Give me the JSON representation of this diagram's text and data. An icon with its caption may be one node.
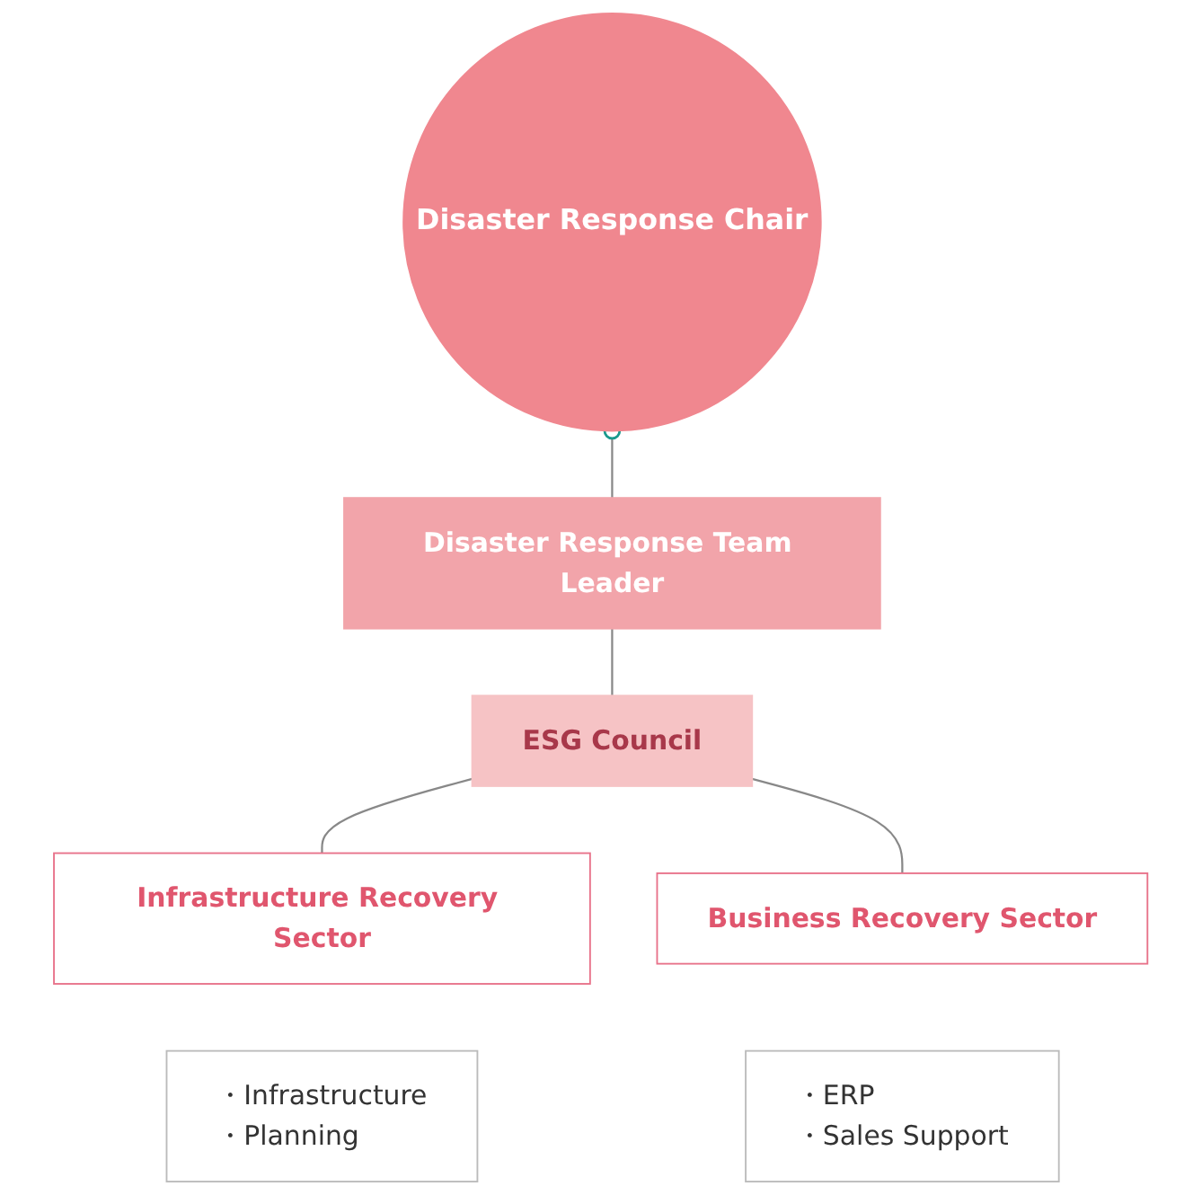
{
  "diagram": {
    "nodes": [
      {
        "text": [
          "Disaster Response Chair"
        ]
      },
      {
        "text": [
          "Disaster Response Team Leader"
        ]
      },
      {
        "text": [
          "ESG Council"
        ]
      },
      {
        "text": [
          "Infrastructure Recovery Sector"
        ]
      },
      {
        "text": [
          "Business Recovery Sector"
        ]
      },
      {
        "text": [
          "・Infrastructure",
          "・Planning"
        ]
      },
      {
        "text": [
          "・ERP",
          "・Sales Support"
        ]
      }
    ],
    "edges": [
      {
        "from": 0,
        "to": 1,
        "arrow": "other"
      },
      {
        "from": 1,
        "to": 2,
        "arrow": "none"
      },
      {
        "from": 2,
        "to": 3,
        "arrow": "none"
      },
      {
        "from": 2,
        "to": 4,
        "arrow": "none"
      }
    ]
  }
}
